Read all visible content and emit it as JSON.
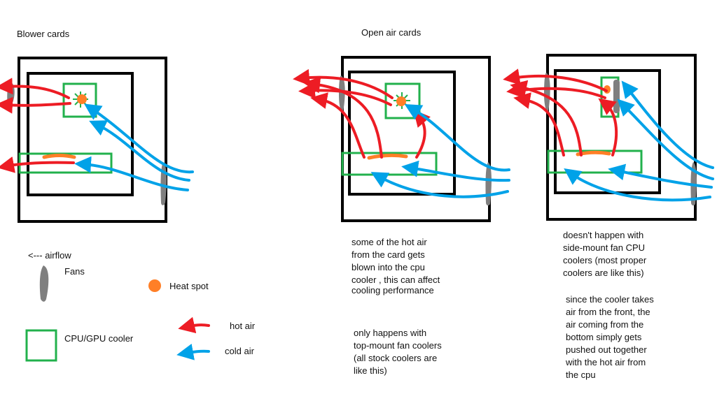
{
  "titles": {
    "blower": "Blower cards",
    "open_air": "Open air cards"
  },
  "legend": {
    "airflow": "<--- airflow",
    "fans": "Fans",
    "heat_spot": "Heat spot",
    "cooler": "CPU/GPU cooler",
    "hot_air": "hot air",
    "cold_air": "cold air"
  },
  "notes": {
    "top_mount_lines": [
      "some of the hot air",
      "from the card gets",
      "blown into the cpu",
      "cooler  , this can affect",
      " cooling performance"
    ],
    "top_mount_only_lines": [
      "only happens with",
      "top-mount fan coolers",
      "(all stock coolers are",
      "like this)"
    ],
    "side_mount_lines": [
      "doesn't happen with",
      "side-mount fan CPU",
      "coolers (most proper",
      "coolers are like this)"
    ],
    "side_mount_front_lines": [
      "since the cooler takes",
      "air from the front, the",
      "air coming from the",
      "bottom simply gets",
      "pushed out together",
      "with the hot air from",
      "the cpu"
    ]
  },
  "colors": {
    "case": "#000000",
    "cooler": "#22b14c",
    "hot_air": "#ed1c24",
    "cold_air": "#00a2e8",
    "heat_spot": "#ff7f27",
    "fan": "#7f7f7f"
  }
}
